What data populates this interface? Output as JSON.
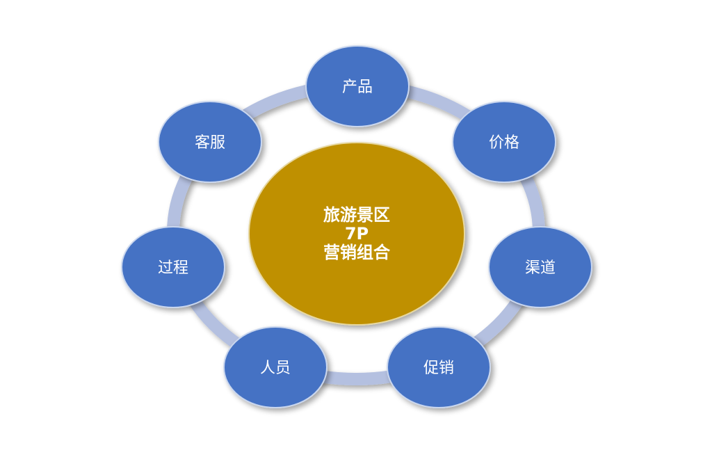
{
  "colors": {
    "background": "#ffffff",
    "ring": "#B4C0E0",
    "node_fill": "#4472C4",
    "node_stroke": "#C9D6EE",
    "center_fill": "#BF9000",
    "center_stroke": "#E6D7A0",
    "text": "#ffffff"
  },
  "center": {
    "lines": [
      "旅游景区",
      "7P",
      "营销组合"
    ]
  },
  "nodes": [
    {
      "id": "product",
      "label": "产品"
    },
    {
      "id": "price",
      "label": "价格"
    },
    {
      "id": "channel",
      "label": "渠道"
    },
    {
      "id": "promotion",
      "label": "促销"
    },
    {
      "id": "people",
      "label": "人员"
    },
    {
      "id": "process",
      "label": "过程"
    },
    {
      "id": "service",
      "label": "客服"
    }
  ]
}
